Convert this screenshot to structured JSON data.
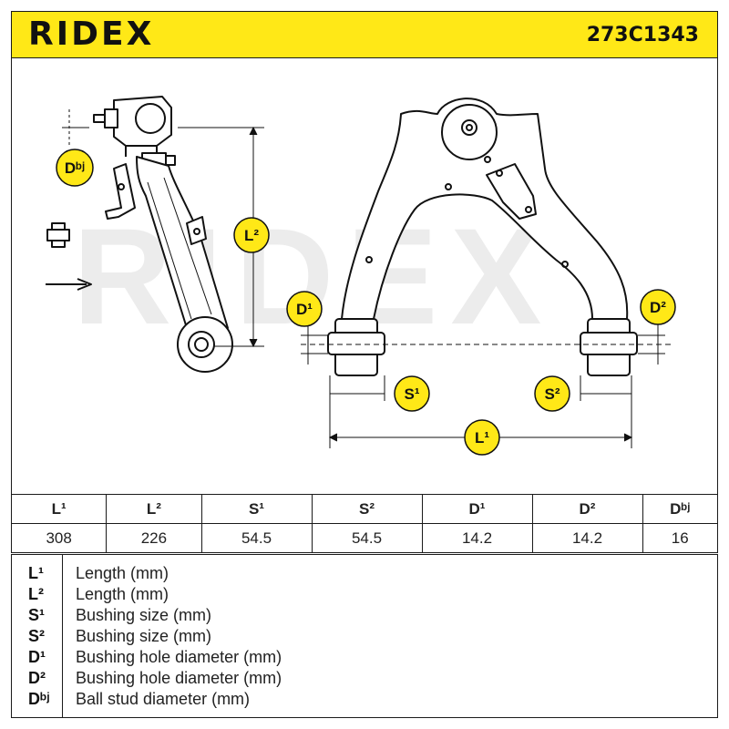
{
  "header": {
    "brand": "RIDEX",
    "part_number": "273C1343"
  },
  "watermark": "RIDEX",
  "diagram_labels": {
    "dbj": "Dᵇʲ",
    "l2": "L²",
    "d1": "D¹",
    "d2": "D²",
    "s1": "S¹",
    "s2": "S²",
    "l1": "L¹"
  },
  "table": {
    "headers": [
      "L¹",
      "L²",
      "S¹",
      "S²",
      "D¹",
      "D²",
      "Dᵇʲ"
    ],
    "values": [
      "308",
      "226",
      "54.5",
      "54.5",
      "14.2",
      "14.2",
      "16"
    ]
  },
  "legend": [
    {
      "symbol": "L¹",
      "description": "Length (mm)"
    },
    {
      "symbol": "L²",
      "description": "Length (mm)"
    },
    {
      "symbol": "S¹",
      "description": "Bushing size (mm)"
    },
    {
      "symbol": "S²",
      "description": "Bushing size (mm)"
    },
    {
      "symbol": "D¹",
      "description": "Bushing hole diameter (mm)"
    },
    {
      "symbol": "D²",
      "description": "Bushing hole diameter (mm)"
    },
    {
      "symbol": "Dᵇʲ",
      "description": "Ball stud diameter (mm)"
    }
  ],
  "colors": {
    "accent": "#ffe817",
    "line": "#111111",
    "watermark": "#e6e6e6"
  }
}
